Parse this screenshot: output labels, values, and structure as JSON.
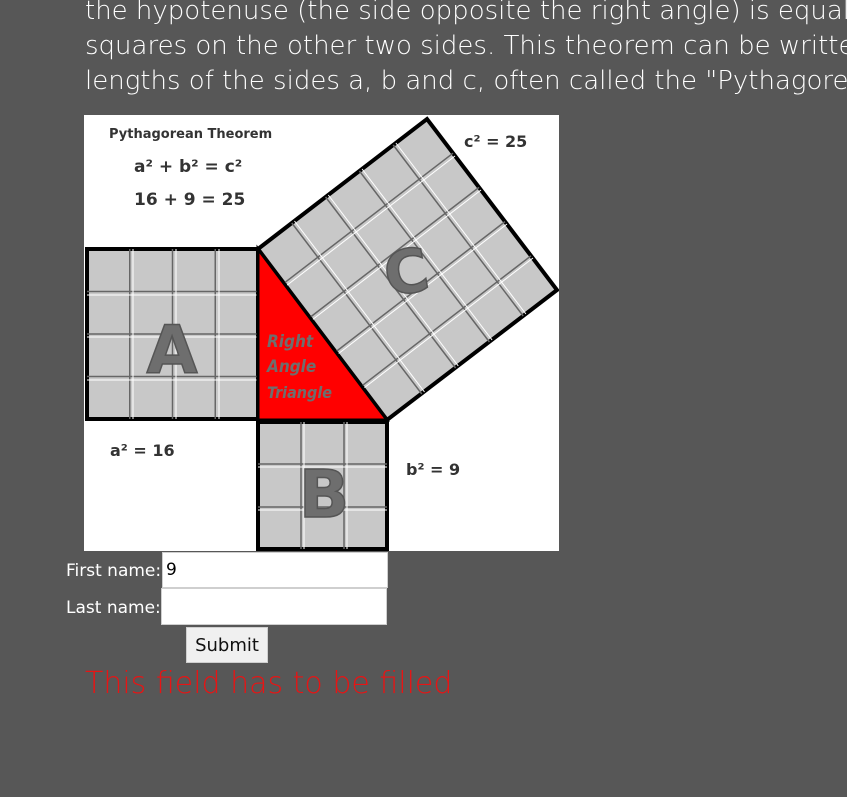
{
  "intro": {
    "line1": "the hypotenuse (the side opposite the right angle) is equal to",
    "line2": "squares on the other two sides. This theorem can be written a",
    "line3": "lengths of the sides a, b and c, often called the \"Pythagorean"
  },
  "figure": {
    "title": "Pythagorean Theorem",
    "formula": "a² + b² = c²",
    "example": "16 + 9 = 25",
    "c_label": "c² = 25",
    "a_label": "a² = 16",
    "b_label": "b² = 9",
    "letter_a": "A",
    "letter_b": "B",
    "letter_c": "C",
    "triangle_line1": "Right",
    "triangle_line2": "Angle",
    "triangle_line3": "Triangle"
  },
  "form": {
    "first_name_label": "First name:",
    "first_name_value": "9",
    "last_name_label": "Last name:",
    "last_name_value": "",
    "submit_label": "Submit"
  },
  "validation": {
    "message": "This field has to be filled",
    "color": "#e81414"
  },
  "colors": {
    "background": "#575757",
    "triangle": "#ff0000",
    "square_fill": "#c8c8c8"
  }
}
